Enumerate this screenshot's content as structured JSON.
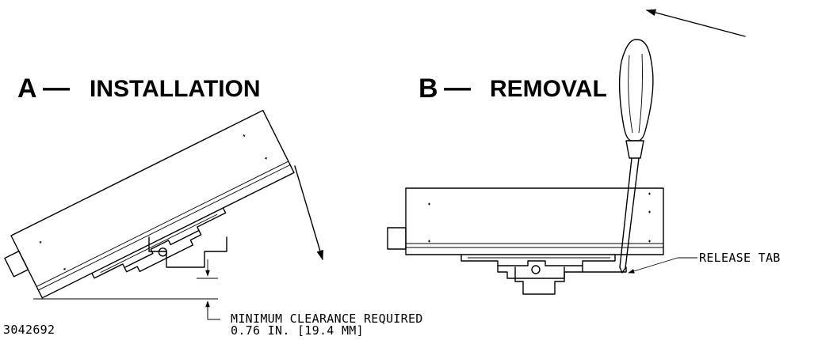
{
  "installation": {
    "letter": "A",
    "dash": "—",
    "title": "INSTALLATION",
    "clearance_line1": "MINIMUM CLEARANCE REQUIRED",
    "clearance_line2": "0.76 IN. [19.4 MM]"
  },
  "removal": {
    "letter": "B",
    "dash": "—",
    "title": "REMOVAL",
    "release_label": "RELEASE TAB"
  },
  "drawing_number": "3042692"
}
